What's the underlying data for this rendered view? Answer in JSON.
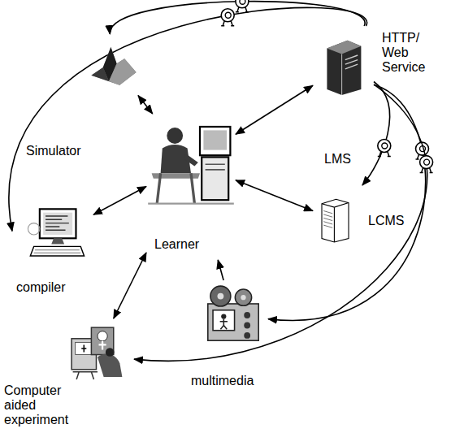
{
  "diagram": {
    "nodes": [
      {
        "text": [
          "Simulator"
        ]
      },
      {
        "text": [
          "LMS"
        ]
      },
      {
        "text": [
          "Learner"
        ]
      },
      {
        "text": [
          "compiler"
        ]
      },
      {
        "text": [
          "LCMS"
        ]
      },
      {
        "text": [
          "Computer aided experiment"
        ]
      },
      {
        "text": [
          "multimedia"
        ]
      }
    ],
    "edges": [
      {
        "from": 2,
        "to": 0,
        "arrow": "both"
      },
      {
        "from": 2,
        "to": 1,
        "arrow": "both"
      },
      {
        "from": 2,
        "to": 3,
        "arrow": "both"
      },
      {
        "from": 2,
        "to": 4,
        "arrow": "both"
      },
      {
        "from": 2,
        "to": 5,
        "arrow": "both"
      },
      {
        "from": 6,
        "to": 2,
        "arrow": "to"
      },
      {
        "from": 1,
        "to": 0,
        "arrow": "to"
      },
      {
        "from": 1,
        "to": 3,
        "arrow": "to"
      },
      {
        "from": 1,
        "to": 4,
        "arrow": "to"
      },
      {
        "from": 1,
        "to": 6,
        "arrow": "to"
      },
      {
        "from": 1,
        "to": 5,
        "arrow": "to"
      }
    ],
    "labels": [
      "HTTP/ Web Service"
    ]
  }
}
